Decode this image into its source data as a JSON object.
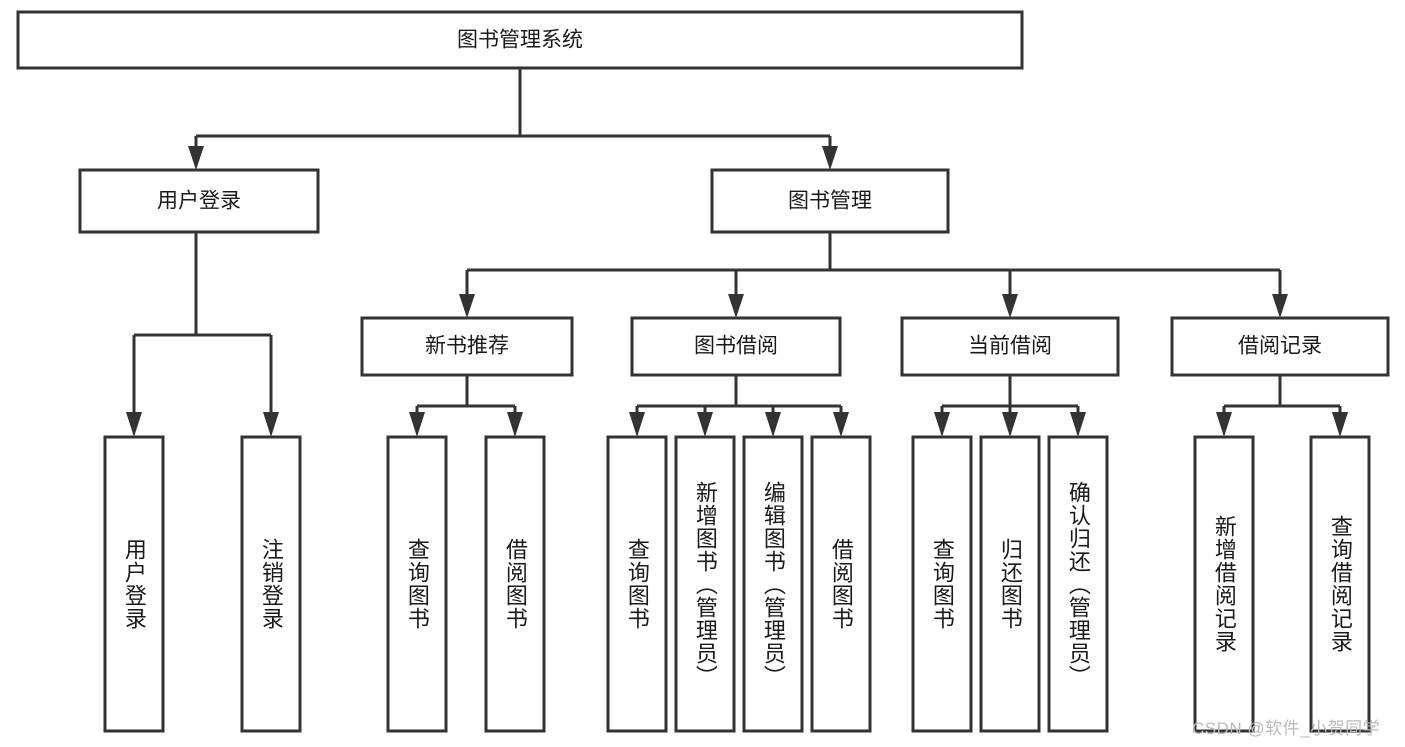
{
  "diagram": {
    "type": "tree",
    "title": "图书管理系统",
    "background": "#ffffff",
    "stroke_color": "#333333",
    "text_color": "#1a1a1a",
    "root": {
      "label": "图书管理系统"
    },
    "level2": [
      {
        "label": "用户登录"
      },
      {
        "label": "图书管理"
      }
    ],
    "level3": [
      {
        "label": "新书推荐"
      },
      {
        "label": "图书借阅"
      },
      {
        "label": "当前借阅"
      },
      {
        "label": "借阅记录"
      }
    ],
    "leaves": {
      "user_login": [
        {
          "label": "用户登录"
        },
        {
          "label": "注销登录"
        }
      ],
      "new_book": [
        {
          "label": "查询图书"
        },
        {
          "label": "借阅图书"
        }
      ],
      "book_borrow": [
        {
          "label": "查询图书"
        },
        {
          "label": "新增图书（管理员）"
        },
        {
          "label": "编辑图书（管理员）"
        },
        {
          "label": "借阅图书"
        }
      ],
      "current_borrow": [
        {
          "label": "查询图书"
        },
        {
          "label": "归还图书"
        },
        {
          "label": "确认归还（管理员）"
        }
      ],
      "borrow_record": [
        {
          "label": "新增借阅记录"
        },
        {
          "label": "查询借阅记录"
        }
      ]
    }
  },
  "watermark": {
    "text": "CSDN @软件_小贺同学",
    "color": "#b9b9b9"
  }
}
